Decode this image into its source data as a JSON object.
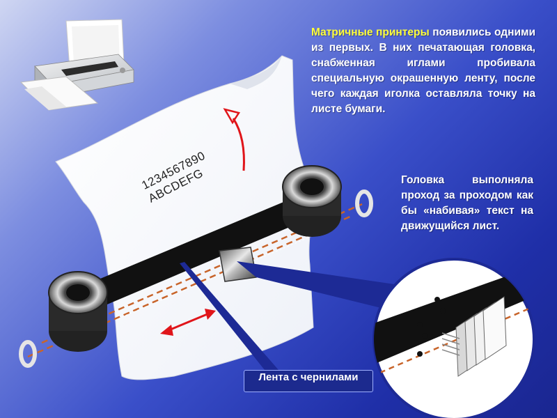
{
  "slide": {
    "text_main_title": "Матричные принтеры",
    "text_main_body": "появились одними из первых. В них печатающая головка, снабженная иглами пробивала специальную окрашенную ленту, после чего каждая иголка оставляла точку на листе бумаги.",
    "text_side": "Головка выполняла проход за проходом как бы «набивая» текст на движущийся лист.",
    "caption": "Лента с чернилами",
    "paper_line1": "1234567890",
    "paper_line2": "ABCDEFG"
  },
  "colors": {
    "background_dark": "#1f2fa8",
    "background_light": "#cfd6f2",
    "highlight": "#ffff3a",
    "arrow_red": "#e0151a",
    "dashed_line": "#c8642a"
  },
  "icons": {
    "printer": "printer-icon",
    "spool": "spool-icon",
    "print_head": "print-head-icon",
    "pins": "needle-pins-icon"
  }
}
